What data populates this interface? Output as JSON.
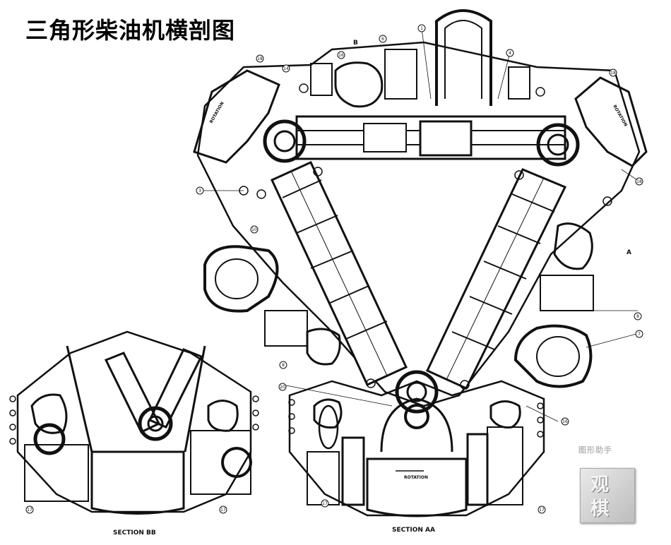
{
  "title": "三角形柴油机横剖图",
  "labels": {
    "section_bb": "SECTION BB",
    "section_aa": "SECTION AA",
    "rotation_left": "ROTATION",
    "rotation_right": "ROTATION",
    "rotation_bottom": "ROTATION",
    "view_a": "A",
    "view_b": "B"
  },
  "callouts": [
    {
      "id": "c1",
      "text": "1"
    },
    {
      "id": "c2",
      "text": "4"
    },
    {
      "id": "c3",
      "text": "18"
    },
    {
      "id": "c4",
      "text": "14"
    },
    {
      "id": "c5",
      "text": "16"
    },
    {
      "id": "c6",
      "text": "6"
    },
    {
      "id": "c7",
      "text": "18"
    },
    {
      "id": "c8",
      "text": "18"
    },
    {
      "id": "c9",
      "text": "3"
    },
    {
      "id": "c10",
      "text": "10"
    },
    {
      "id": "c11",
      "text": "8"
    },
    {
      "id": "c12",
      "text": "7"
    },
    {
      "id": "c13",
      "text": "8"
    },
    {
      "id": "c14",
      "text": "20"
    },
    {
      "id": "c15",
      "text": "16"
    },
    {
      "id": "c16",
      "text": "17"
    },
    {
      "id": "c17",
      "text": "17"
    },
    {
      "id": "c18",
      "text": "17"
    },
    {
      "id": "c19",
      "text": "17"
    }
  ],
  "watermark": {
    "top_text": "图形助手",
    "seal_char_1": "观",
    "seal_char_2": "棋"
  }
}
